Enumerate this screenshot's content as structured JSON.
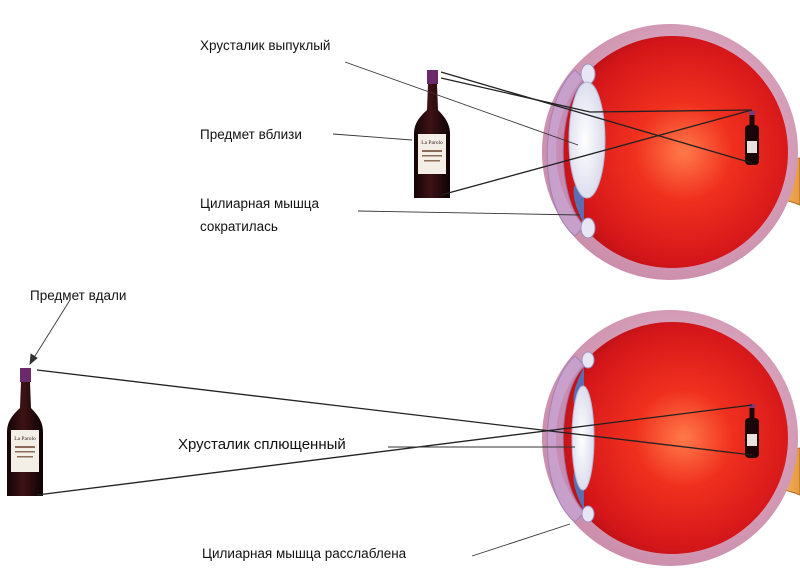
{
  "top": {
    "lens_label": "Хрусталик выпуклый",
    "object_label": "Предмет вблизи",
    "muscle_label_line1": "Цилиарная мышца",
    "muscle_label_line2": "сократилась"
  },
  "bottom": {
    "object_label": "Предмет вдали",
    "lens_label": "Хрусталик сплющенный",
    "muscle_label": "Цилиарная мышца расслаблена"
  },
  "bottle": {
    "brand": "La Parolo"
  },
  "colors": {
    "eye_red": "#e3141a",
    "eye_dark_red": "#b40c10",
    "sclera": "#d9a7c2",
    "lens": "#f2f0f7",
    "iris": "#5b6fb0",
    "optic_nerve": "#e9a34a",
    "bottle_dark": "#2a0b0d",
    "bottle_cap": "#6a2a6b"
  }
}
